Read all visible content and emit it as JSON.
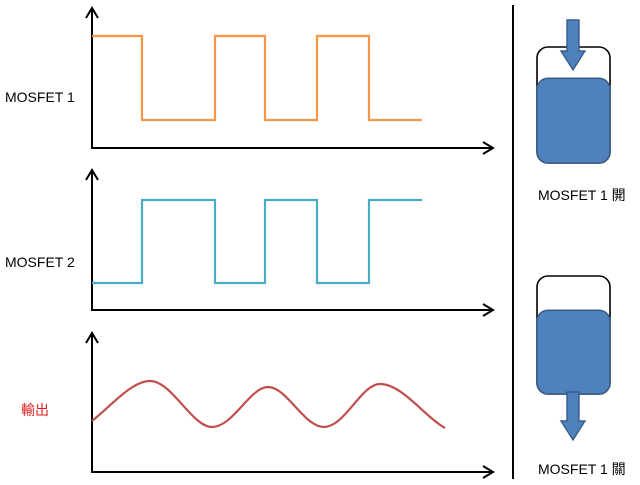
{
  "labels": {
    "mosfet1": "MOSFET 1",
    "mosfet2": "MOSFET 2",
    "output": "輸出"
  },
  "signals": {
    "mosfet1": {
      "states": [
        1,
        0,
        1,
        0,
        1,
        0
      ],
      "color": "#F79646"
    },
    "mosfet2": {
      "states": [
        0,
        1,
        0,
        1,
        0,
        1
      ],
      "color": "#4BACC6"
    },
    "output": {
      "color": "#C0504D"
    }
  },
  "tanks": [
    {
      "caption": "MOSFET 1 開",
      "icon": "tank-inflow-icon",
      "arrow_icon": "arrow-down-icon",
      "fill_level": 0.73
    },
    {
      "caption": "MOSFET 1 關",
      "icon": "tank-outflow-icon",
      "arrow_icon": "arrow-down-icon",
      "fill_level": 0.71
    }
  ],
  "colors": {
    "background": "#FFFFFF",
    "axis": "#000000",
    "output_label": "#E02020",
    "tank_outline": "#000000",
    "tank_liquid": "#4F81BD",
    "tank_liquid_border": "#385D8A"
  }
}
